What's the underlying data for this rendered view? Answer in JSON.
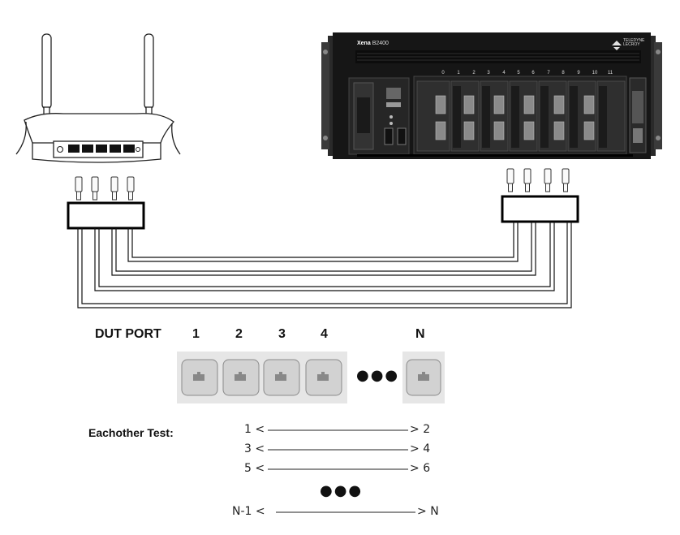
{
  "chassis": {
    "name_bold": "Xena",
    "name_model": "B2400",
    "brand": "TELEDYNE LECROY",
    "slot_numbers": [
      "0",
      "1",
      "2",
      "3",
      "4",
      "5",
      "6",
      "7",
      "8",
      "9",
      "10",
      "11"
    ]
  },
  "dut_port": {
    "title": "DUT PORT",
    "port_labels": [
      "1",
      "2",
      "3",
      "4",
      "N"
    ],
    "ellipsis": "●●●"
  },
  "eachother_test": {
    "title": "Eachother Test:",
    "pairs": [
      {
        "left": "1",
        "right": "2"
      },
      {
        "left": "3",
        "right": "4"
      },
      {
        "left": "5",
        "right": "6"
      },
      {
        "left": "N-1",
        "right": "N"
      }
    ],
    "ellipsis": "●●●"
  },
  "colors": {
    "chassis_body": "#1b1b1b",
    "port_panel": "#e6e6e6",
    "port_face": "#d2d2d2",
    "line": "#111111"
  }
}
